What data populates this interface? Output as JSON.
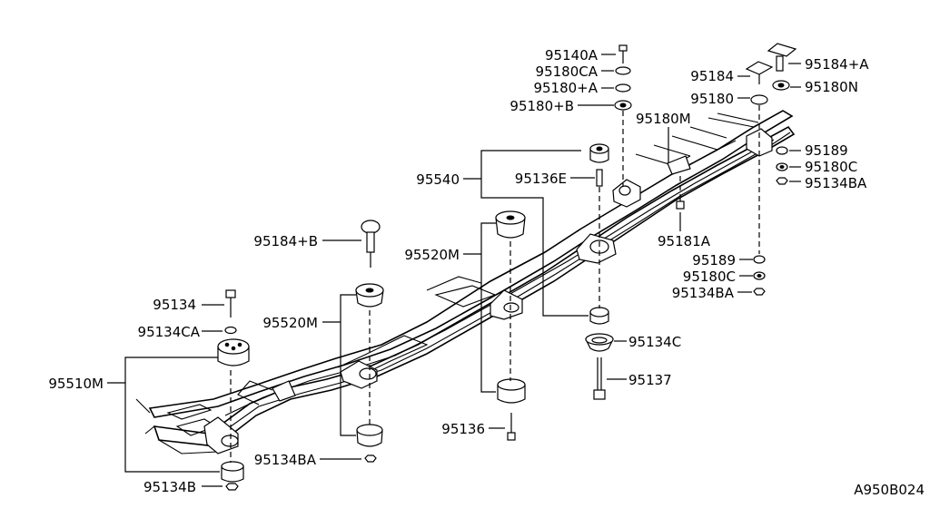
{
  "diagram": {
    "drawing_code": "A950B024",
    "labels": {
      "p95140A": "95140A",
      "p95180CA": "95180CA",
      "p95180pA": "95180+A",
      "p95180pB": "95180+B",
      "p95184": "95184",
      "p95184pA": "95184+A",
      "p95180": "95180",
      "p95180N": "95180N",
      "p95180M": "95180M",
      "p95189a": "95189",
      "p95180Ca": "95180C",
      "p95134BAa": "95134BA",
      "p95540": "95540",
      "p95136E": "95136E",
      "p95181A": "95181A",
      "p95184pB": "95184+B",
      "p95520Ma": "95520M",
      "p95189b": "95189",
      "p95180Cb": "95180C",
      "p95134BAb": "95134BA",
      "p95134": "95134",
      "p95134CA": "95134CA",
      "p95520Mb": "95520M",
      "p95134C": "95134C",
      "p95510M": "95510M",
      "p95137": "95137",
      "p95136": "95136",
      "p95134BAc": "95134BA",
      "p95134B": "95134B"
    }
  }
}
